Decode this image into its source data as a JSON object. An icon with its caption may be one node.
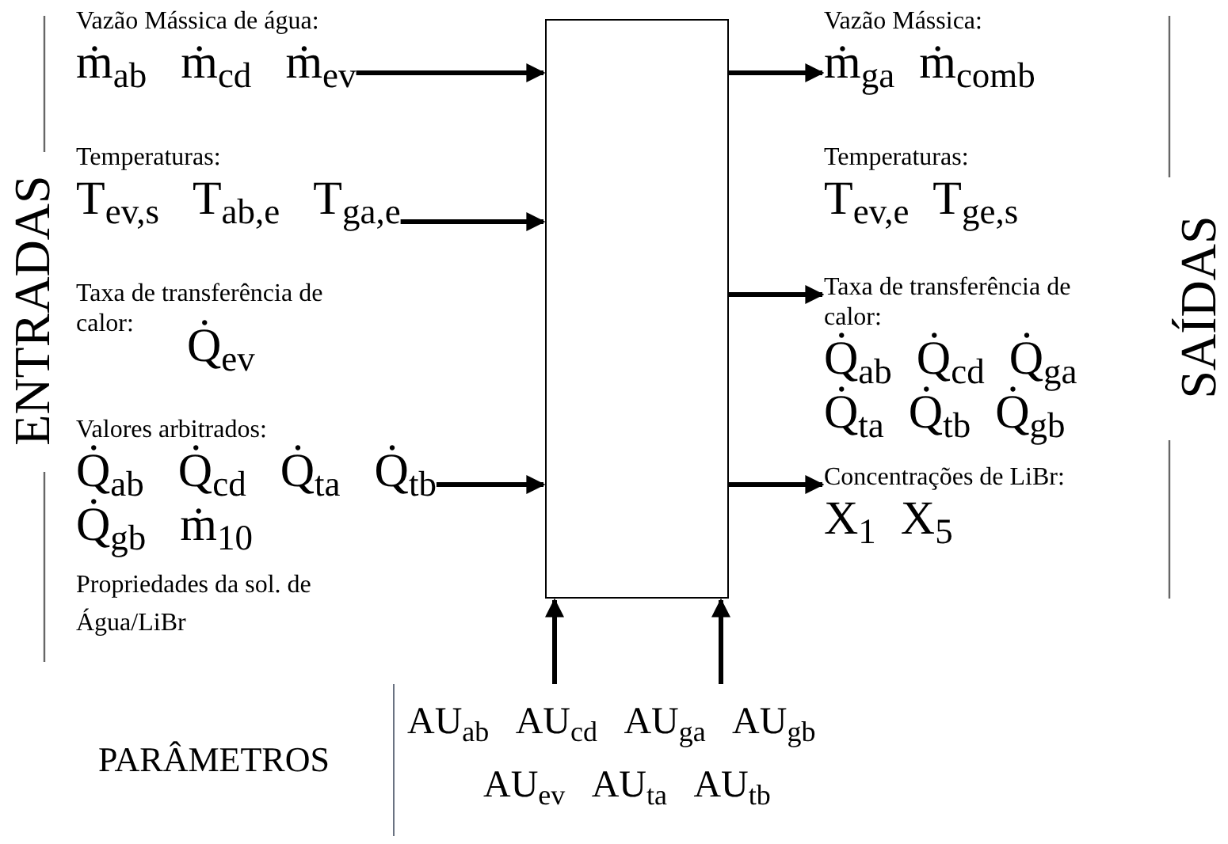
{
  "diagram": {
    "nodes": [
      {
        "text": [
          "Vazão Mássica de água:",
          "ṁ$_{ab}$ ṁ$_{cd}$ ṁ$_{ev}$"
        ]
      },
      {
        "text": [
          "Temperaturas:",
          "T$_{ev,s}$ T$_{ab,e}$ T$_{ga,e}$"
        ]
      },
      {
        "text": [
          "Taxa de transferência de calor:",
          "Q̇$_{ev}$"
        ]
      },
      {
        "text": [
          "Valores arbitrados:",
          "Q̇$_{ab}$ Q̇$_{cd}$ Q̇$_{ta}$ Q̇$_{tb}$",
          "Q̇$_{gb}$ ṁ$_{10}$"
        ]
      },
      {
        "text": [],
        "shape": "box"
      },
      {
        "text": [
          "Vazão Mássica:",
          "ṁ$_{ga}$ ṁ$_{comb}$"
        ]
      },
      {
        "text": [
          "Temperaturas:",
          "T$_{ev,e}$ T$_{ge,s}$"
        ]
      },
      {
        "text": [
          "Taxa de transferência de calor:",
          "Q̇$_{ab}$ Q̇$_{cd}$ Q̇$_{ga}$",
          "Q̇$_{ta}$ Q̇$_{tb}$ Q̇$_{gb}$"
        ]
      },
      {
        "text": [
          "Concentrações de LiBr:",
          "X$_{1}$ X$_{5}$"
        ]
      },
      {
        "text": [
          "PARÂMETROS",
          "AU$_{ab}$ AU$_{cd}$ AU$_{ga}$ AU$_{gb}$",
          "AU$_{ev}$ AU$_{ta}$ AU$_{tb}$"
        ]
      }
    ],
    "edges": [
      {
        "from": 0,
        "to": 4,
        "arrow": "to"
      },
      {
        "from": 1,
        "to": 4,
        "arrow": "to"
      },
      {
        "from": 3,
        "to": 4,
        "arrow": "to"
      },
      {
        "from": 4,
        "to": 5,
        "arrow": "to"
      },
      {
        "from": 4,
        "to": 7,
        "arrow": "to"
      },
      {
        "from": 4,
        "to": 8,
        "arrow": "to"
      },
      {
        "from": 9,
        "to": 4,
        "arrow": "to"
      },
      {
        "from": 9,
        "to": 4,
        "arrow": "to"
      }
    ],
    "labels": [
      "ENTRADAS",
      "Propriedades da sol. de Água/LiBr",
      "SAÍDAS"
    ]
  }
}
